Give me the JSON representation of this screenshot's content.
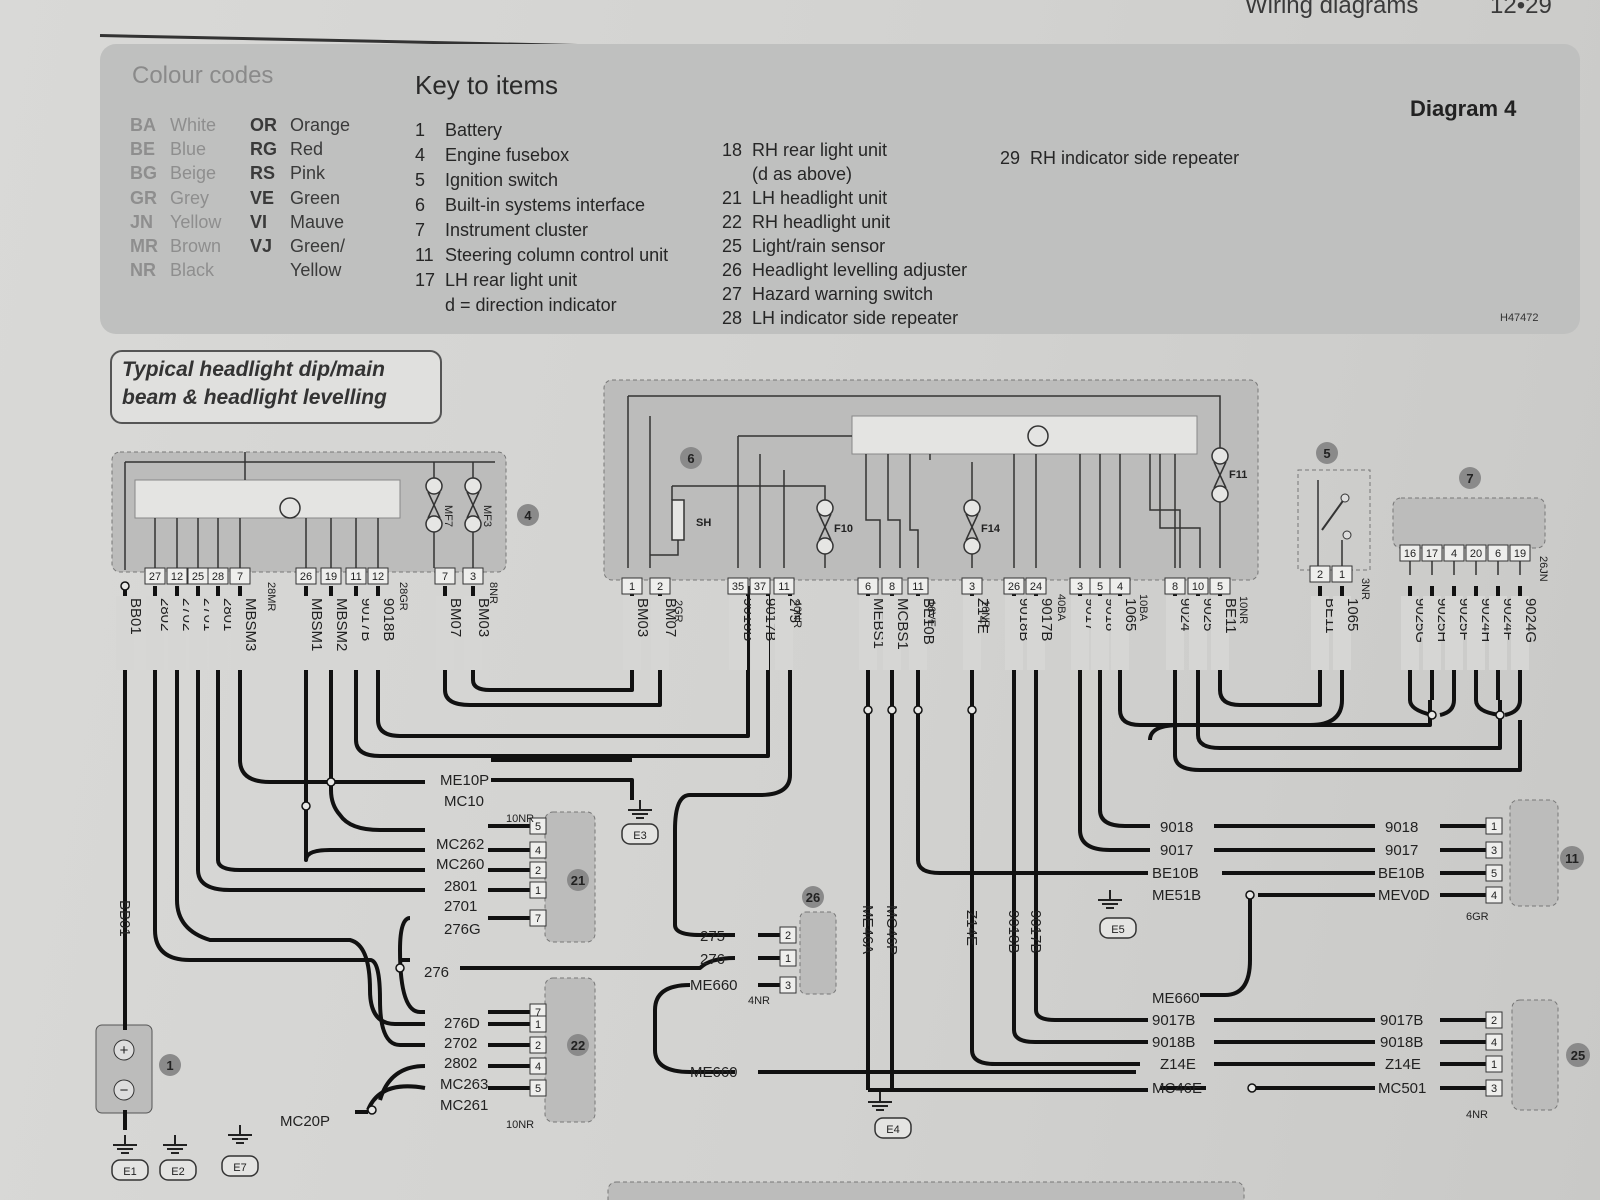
{
  "header": {
    "title": "Wiring diagrams",
    "page": "12•29"
  },
  "colour_codes": {
    "title": "Colour codes",
    "left": [
      {
        "code": "BA",
        "name": "White"
      },
      {
        "code": "BE",
        "name": "Blue"
      },
      {
        "code": "BG",
        "name": "Beige"
      },
      {
        "code": "GR",
        "name": "Grey"
      },
      {
        "code": "JN",
        "name": "Yellow"
      },
      {
        "code": "MR",
        "name": "Brown"
      },
      {
        "code": "NR",
        "name": "Black"
      }
    ],
    "right": [
      {
        "code": "OR",
        "name": "Orange"
      },
      {
        "code": "RG",
        "name": "Red"
      },
      {
        "code": "RS",
        "name": "Pink"
      },
      {
        "code": "VE",
        "name": "Green"
      },
      {
        "code": "VI",
        "name": "Mauve"
      },
      {
        "code": "VJ",
        "name": "Green/"
      },
      {
        "code": "",
        "name": "Yellow"
      }
    ]
  },
  "key": {
    "title": "Key to items",
    "col1": [
      {
        "n": "1",
        "t": "Battery"
      },
      {
        "n": "4",
        "t": "Engine fusebox"
      },
      {
        "n": "5",
        "t": "Ignition switch"
      },
      {
        "n": "6",
        "t": "Built-in systems interface"
      },
      {
        "n": "7",
        "t": "Instrument cluster"
      },
      {
        "n": "11",
        "t": "Steering column control unit"
      },
      {
        "n": "17",
        "t": "LH rear light unit"
      },
      {
        "n": "",
        "t": "d = direction indicator"
      }
    ],
    "col2": [
      {
        "n": "18",
        "t": "RH rear light unit"
      },
      {
        "n": "",
        "t": "(d as above)"
      },
      {
        "n": "21",
        "t": "LH headlight unit"
      },
      {
        "n": "22",
        "t": "RH headlight unit"
      },
      {
        "n": "25",
        "t": "Light/rain sensor"
      },
      {
        "n": "26",
        "t": "Headlight levelling adjuster"
      },
      {
        "n": "27",
        "t": "Hazard warning switch"
      },
      {
        "n": "28",
        "t": "LH indicator side repeater"
      }
    ],
    "col3": [
      {
        "n": "29",
        "t": "RH indicator side repeater"
      }
    ]
  },
  "diagram": {
    "label": "Diagram 4",
    "code": "H47472",
    "title_line1": "Typical headlight dip/main",
    "title_line2": "beam & headlight levelling"
  },
  "components": {
    "c4": "4",
    "c6": "6",
    "c5": "5",
    "c7": "7",
    "c11": "11",
    "c21": "21",
    "c22": "22",
    "c26": "26",
    "c25": "25",
    "c1": "1"
  },
  "fuses": {
    "mf7": "MF7",
    "mf3": "MF3",
    "sh": "SH",
    "f10": "F10",
    "f14": "F14",
    "f11": "F11"
  },
  "pins": {
    "fusebox": [
      "27",
      "12",
      "25",
      "28",
      "7",
      "26",
      "19",
      "11",
      "12",
      "7",
      "3"
    ],
    "bsi_a": [
      "1",
      "2"
    ],
    "bsi_b": [
      "35",
      "37",
      "11"
    ],
    "bsi_c": [
      "6",
      "8",
      "11"
    ],
    "bsi_d": [
      "3"
    ],
    "bsi_e": [
      "26",
      "24"
    ],
    "bsi_f": [
      "3",
      "5",
      "4"
    ],
    "bsi_g": [
      "8",
      "10",
      "5"
    ],
    "ign": [
      "2",
      "1"
    ],
    "cluster": [
      "16",
      "17",
      "4",
      "20",
      "6",
      "19"
    ]
  },
  "wires": {
    "w1": "BB01",
    "w2": "2802",
    "w3": "2702",
    "w4": "2701",
    "w5": "2801",
    "w6": "MBSM3",
    "w7": "MBSM1",
    "w8": "MBSM2",
    "w9": "9017B",
    "w10": "9018B",
    "w11": "BM07",
    "w12": "BM03",
    "w13": "BM03",
    "w14": "BM07",
    "w15": "9018B",
    "w16": "9017B",
    "w17": "275",
    "w18": "MEBS1",
    "w19": "MCBS1",
    "w20": "BE10B",
    "w21": "Z14E",
    "w22": "9018B",
    "w23": "9017B",
    "w24": "9017",
    "w25": "9018",
    "w26": "1065",
    "w27": "9024",
    "w28": "9025",
    "w29": "BE11",
    "w30": "BE11",
    "w31": "1065",
    "w32": "9025G",
    "w33": "9025H",
    "w34": "9025F",
    "w35": "9024H",
    "w36": "9024F",
    "w37": "9024G"
  },
  "harness": {
    "h1": "28MR",
    "h2": "28GR",
    "h3": "8NR",
    "h4": "2GR",
    "h5": "40NR",
    "h6": "16VE",
    "h7": "16NR",
    "h8": "40BA",
    "h9": "10BA",
    "h10": "10NR",
    "h11": "3NR",
    "h12": "26JN",
    "h13": "10NR",
    "h14": "10NR",
    "h15": "4NR",
    "h16": "6GR",
    "h17": "4NR"
  },
  "labels": {
    "me10p": "ME10P",
    "mc10": "MC10",
    "mc262": "MC262",
    "mc260": "MC260",
    "l2801": "2801",
    "l2701": "2701",
    "l276g": "276G",
    "l276": "276",
    "l276d": "276D",
    "l2702": "2702",
    "l2802": "2802",
    "mc263": "MC263",
    "mc261": "MC261",
    "mc20p": "MC20P",
    "l275": "275",
    "l276b": "276",
    "me660a": "ME660",
    "me660b": "ME660",
    "me46a": "ME46A",
    "mc46p": "MC46P",
    "z14ev": "Z14E",
    "l9018bv": "9018B",
    "l9017bv": "9017B",
    "bb01v": "BB01",
    "r9018": "9018",
    "r9017": "9017",
    "rbe10b": "BE10B",
    "rme51b": "ME51B",
    "rme660": "ME660",
    "r9017b": "9017B",
    "r9018b": "9018B",
    "rz14e": "Z14E",
    "rmc46e": "MC46E",
    "s9018": "9018",
    "s9017": "9017",
    "sbe10b": "BE10B",
    "smev0d": "MEV0D",
    "t9017b": "9017B",
    "t9018b": "9018B",
    "tz14e": "Z14E",
    "tmc501": "MC501"
  },
  "grounds": {
    "e1": "E1",
    "e2": "E2",
    "e7": "E7",
    "e3": "E3",
    "e5": "E5",
    "e4": "E4"
  }
}
